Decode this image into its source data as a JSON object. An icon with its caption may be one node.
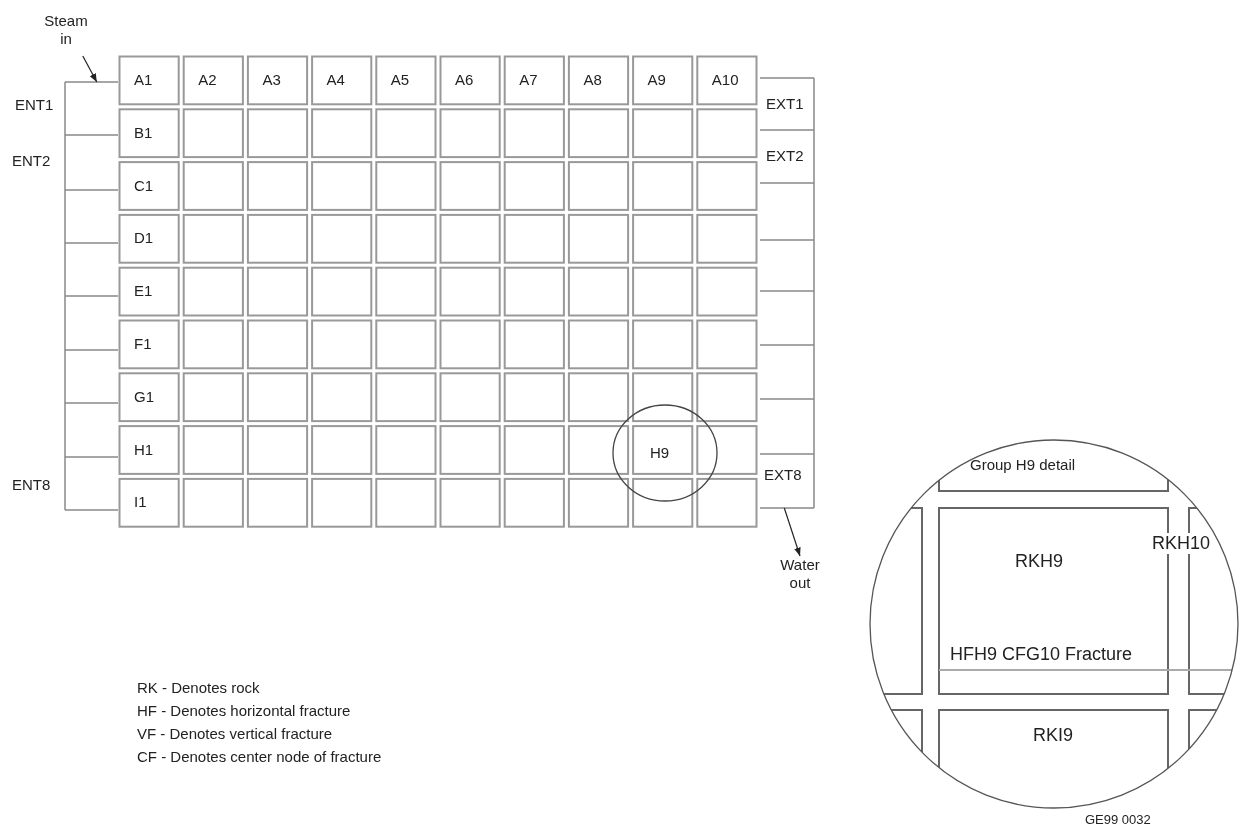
{
  "diagram": {
    "nodes": [
      {
        "text": [
          "Steam in"
        ]
      },
      {
        "text": [
          "ENT1"
        ]
      },
      {
        "text": [
          "EXT8"
        ]
      },
      {
        "text": [
          "Water out"
        ]
      }
    ],
    "edges": [
      {
        "from": 0,
        "to": 1,
        "arrow": "to"
      },
      {
        "from": 2,
        "to": 3,
        "arrow": "to"
      }
    ],
    "labels": [
      "A1",
      "A2",
      "A3",
      "A4",
      "A5",
      "A6",
      "A7",
      "A8",
      "A9",
      "A10",
      "EXT1",
      "B1",
      "ENT2",
      "EXT2",
      "C1",
      "D1",
      "E1",
      "F1",
      "G1",
      "Group H9 detail",
      "H1",
      "H9",
      "ENT8",
      "I1",
      "RKH9",
      "RKH10",
      "RK - Denotes rock",
      "HF - Denotes horizontal fracture",
      "VF - Denotes vertical fracture",
      "CF - Denotes center node of fracture",
      "HFH9 CFG10 Fracture",
      "RKI9",
      "GE99 0032"
    ]
  }
}
